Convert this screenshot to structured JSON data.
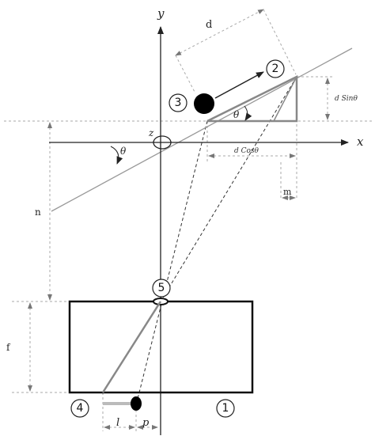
{
  "axes": {
    "x_label": "x",
    "y_label": "y",
    "origin_label": "z"
  },
  "labels": {
    "d": "d",
    "d_sin": "d Sinθ",
    "d_cos": "d Cosθ",
    "theta": "θ",
    "theta2": "θ",
    "m": "m",
    "n": "n",
    "f": "f",
    "l": "l",
    "p": "p"
  },
  "markers": {
    "m1": "1",
    "m2": "2",
    "m3": "3",
    "m4": "4",
    "m5": "5"
  },
  "colors": {
    "line": "#222222",
    "guide": "#888888",
    "gray_line": "#999999",
    "object": "#000000"
  }
}
